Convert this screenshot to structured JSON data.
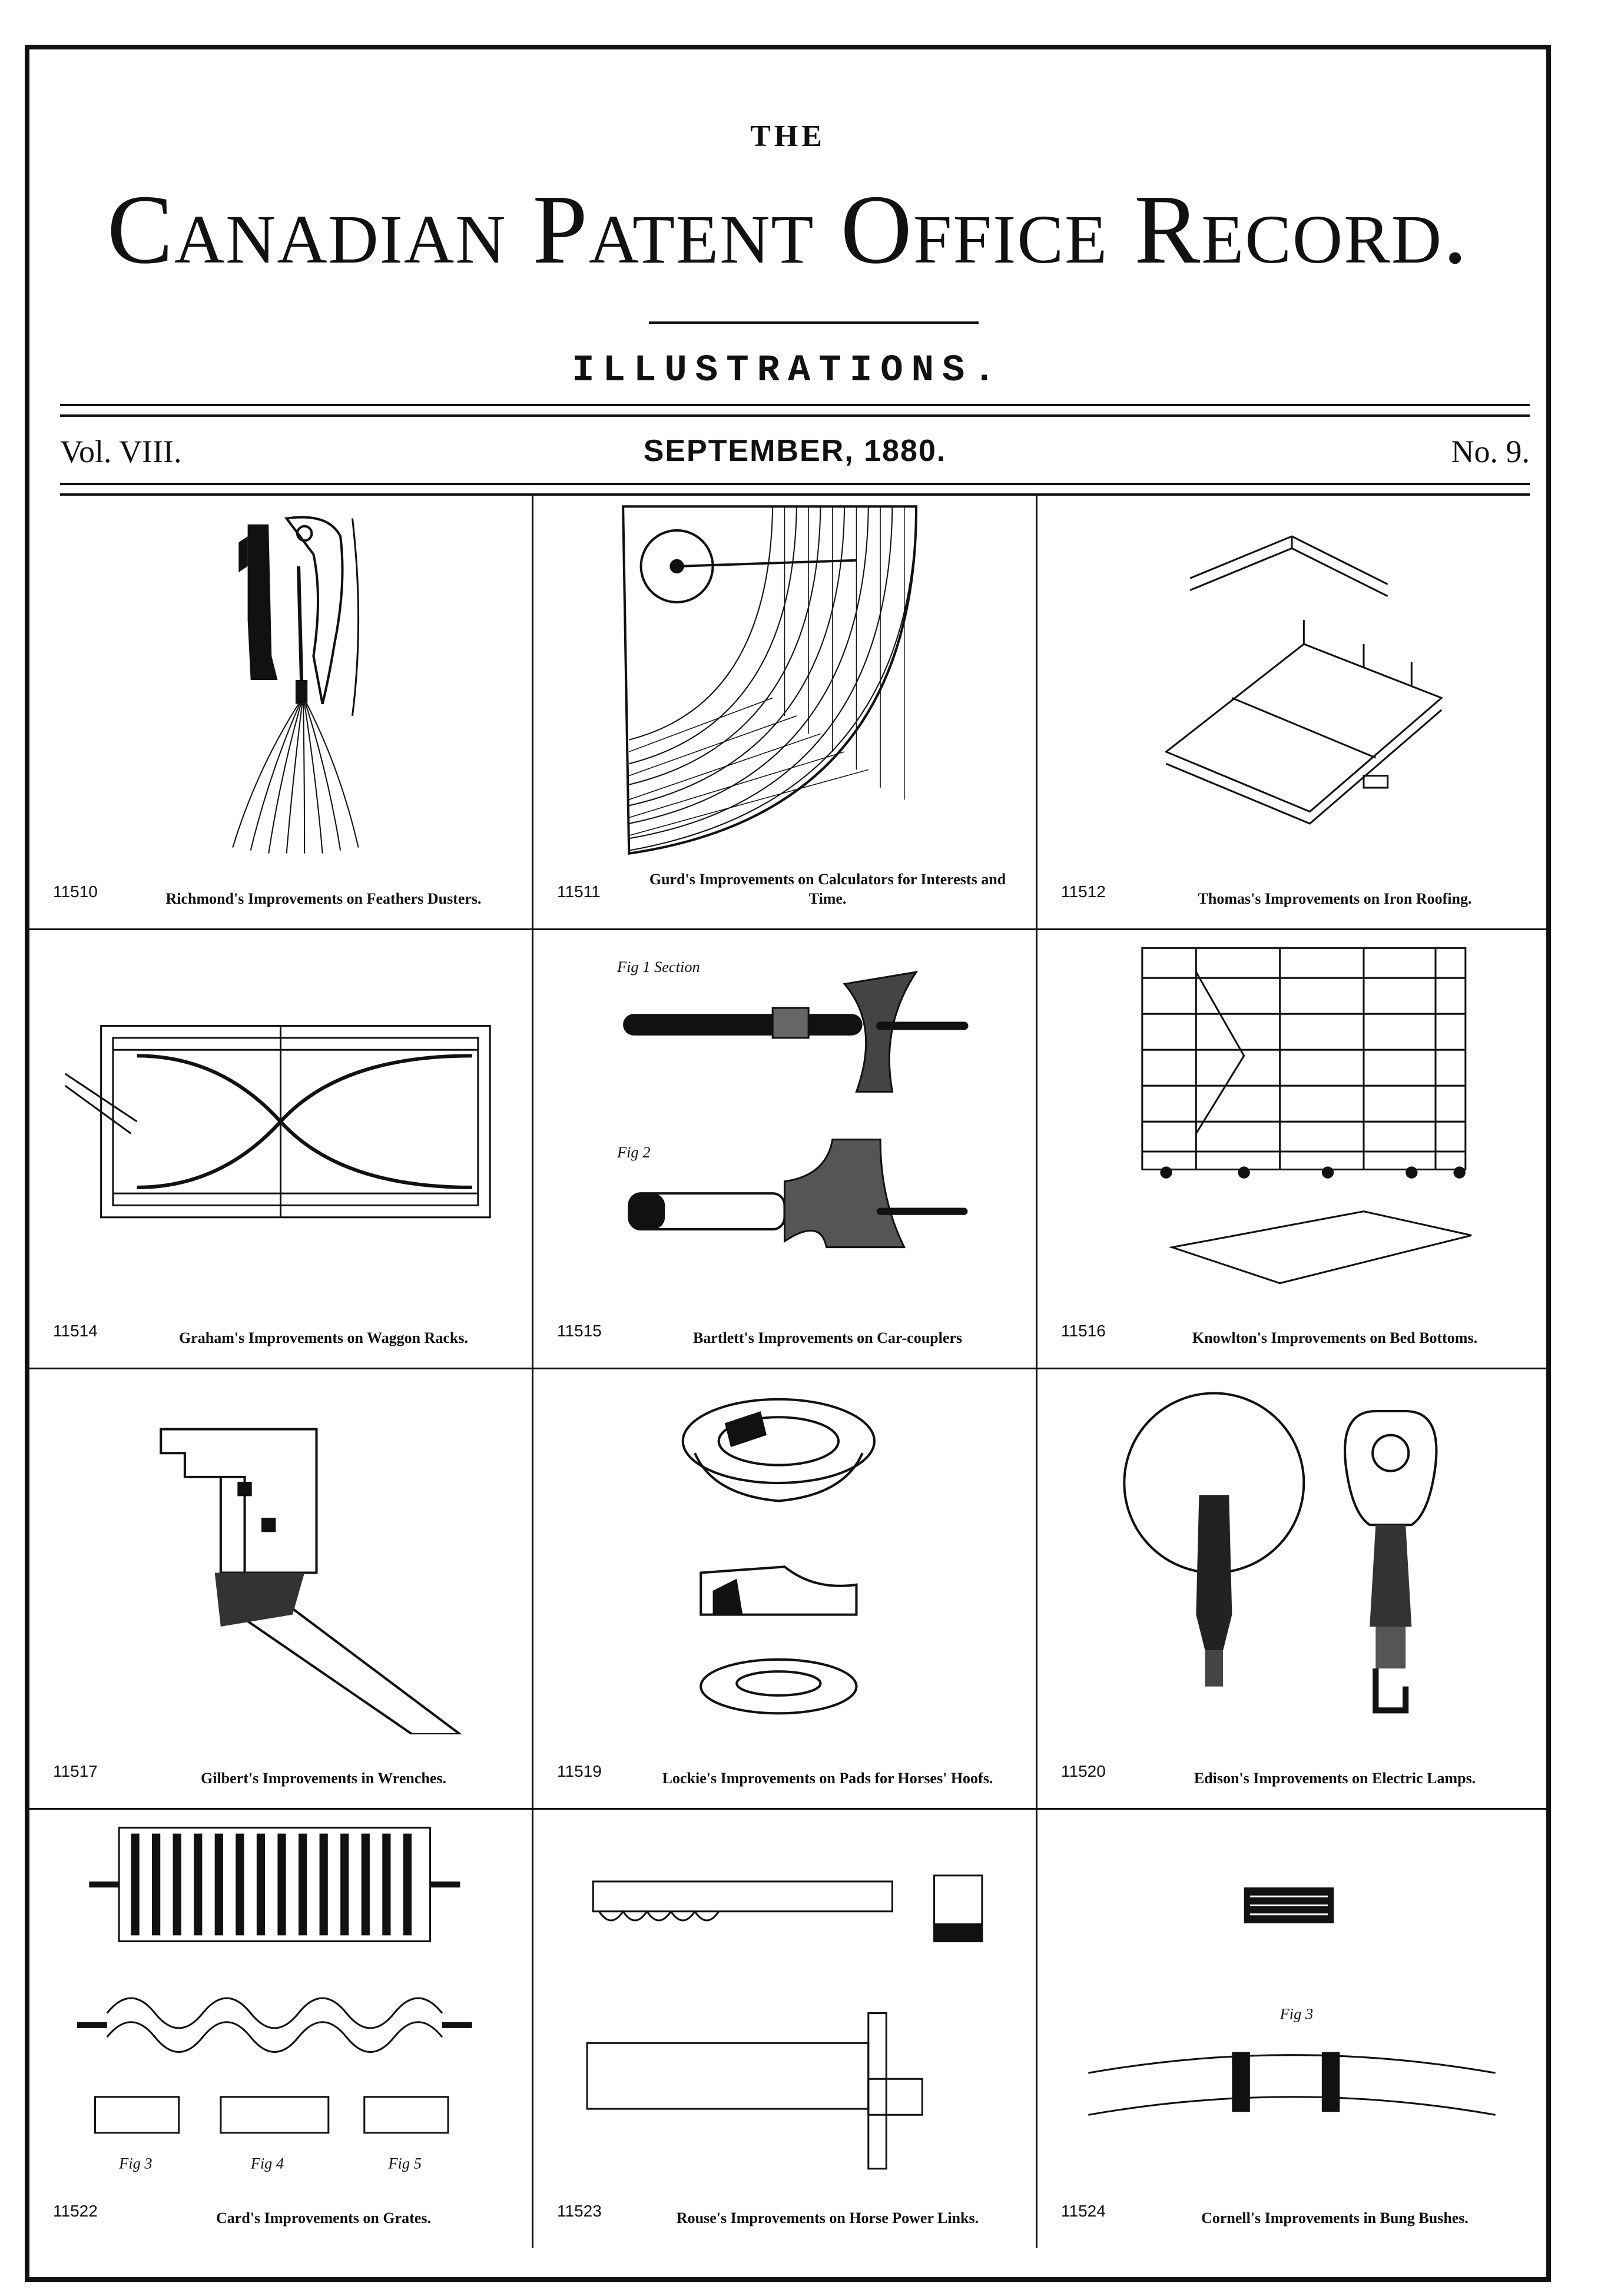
{
  "masthead": {
    "the": "THE",
    "title": "Canadian Patent Office Record.",
    "subtitle": "ILLUSTRATIONS."
  },
  "issue": {
    "volume": "Vol. VIII.",
    "date": "SEPTEMBER, 1880.",
    "number": "No. 9."
  },
  "patents": [
    {
      "number": "11510",
      "caption": "Richmond's Improvements on Feathers Dusters."
    },
    {
      "number": "11511",
      "caption": "Gurd's Improvements on Calculators for Interests and Time."
    },
    {
      "number": "11512",
      "caption": "Thomas's Improvements on Iron Roofing."
    },
    {
      "number": "11514",
      "caption": "Graham's Improvements on Waggon Racks."
    },
    {
      "number": "11515",
      "caption": "Bartlett's Improvements on Car-couplers"
    },
    {
      "number": "11516",
      "caption": "Knowlton's Improvements on Bed Bottoms."
    },
    {
      "number": "11517",
      "caption": "Gilbert's Improvements in Wrenches."
    },
    {
      "number": "11519",
      "caption": "Lockie's Improvements on Pads for Horses' Hoofs."
    },
    {
      "number": "11520",
      "caption": "Edison's Improvements on Electric Lamps."
    },
    {
      "number": "11522",
      "caption": "Card's Improvements on Grates."
    },
    {
      "number": "11523",
      "caption": "Rouse's Improvements on Horse Power Links."
    },
    {
      "number": "11524",
      "caption": "Cornell's Improvements in Bung Bushes."
    }
  ],
  "figure_labels": {
    "bartlett_fig1": "Fig 1  Section",
    "bartlett_fig2": "Fig 2",
    "card_fig3": "Fig 3",
    "card_fig4": "Fig 4",
    "card_fig5": "Fig 5",
    "cornell_fig": "Fig 3"
  }
}
